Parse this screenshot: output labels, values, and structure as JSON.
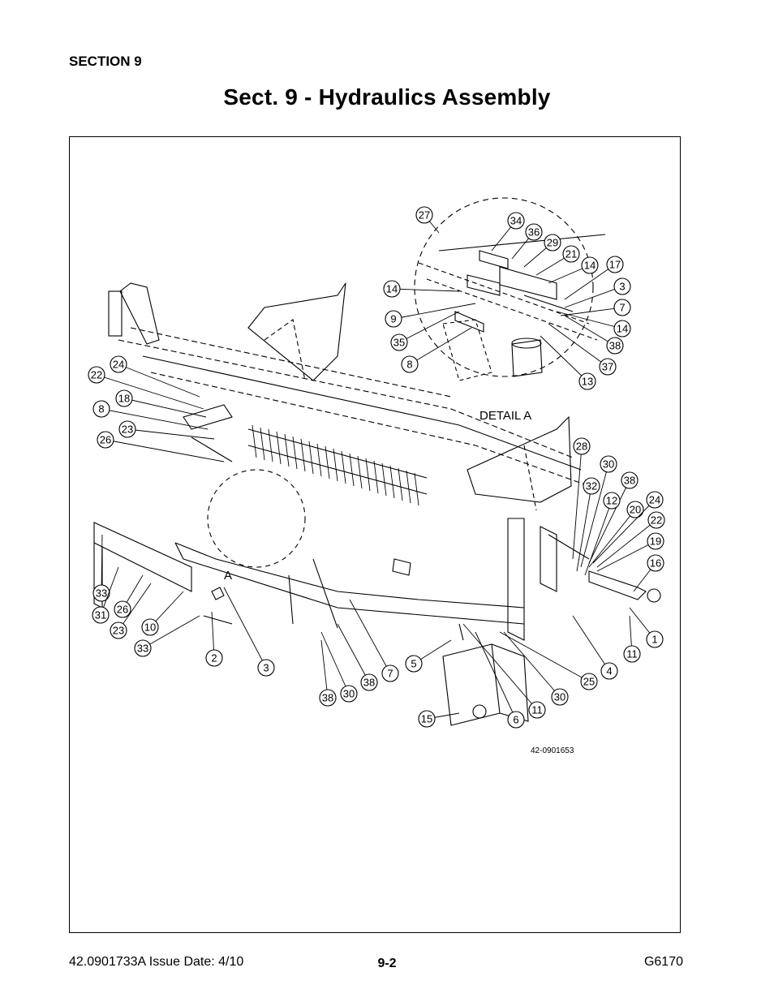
{
  "header": {
    "section": "SECTION 9",
    "title": "Sect. 9 - Hydraulics Assembly"
  },
  "figure": {
    "detail_label": "DETAIL A",
    "view_marker": "A",
    "drawing_number": "42-0901653",
    "callouts": [
      "27",
      "34",
      "36",
      "29",
      "21",
      "14",
      "17",
      "3",
      "7",
      "14",
      "38",
      "37",
      "13",
      "14",
      "9",
      "35",
      "8",
      "24",
      "22",
      "18",
      "8",
      "23",
      "26",
      "28",
      "30",
      "38",
      "32",
      "12",
      "20",
      "24",
      "22",
      "19",
      "16",
      "1",
      "11",
      "4",
      "25",
      "30",
      "11",
      "6",
      "5",
      "15",
      "33",
      "31",
      "26",
      "23",
      "10",
      "33",
      "2",
      "3",
      "38",
      "30",
      "38",
      "7"
    ]
  },
  "footer": {
    "doc_issue": "42.0901733A  Issue Date: 4/10",
    "page_number": "9-2",
    "model": "G6170"
  }
}
